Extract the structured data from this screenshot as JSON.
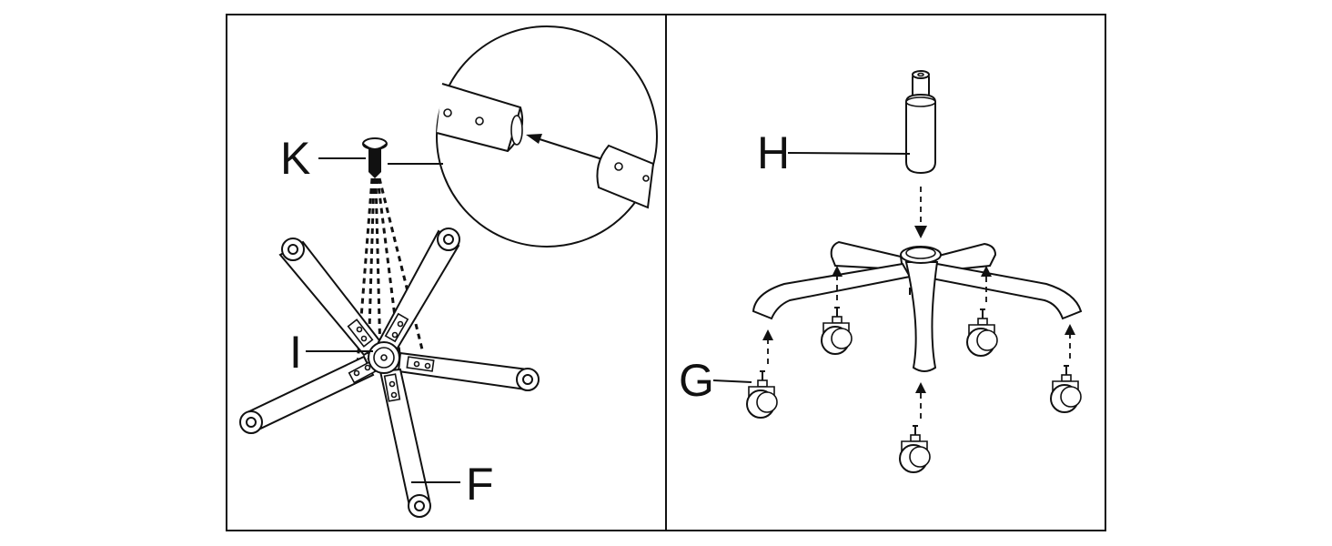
{
  "panel_left": {
    "labels": {
      "bolt": "K",
      "plate": "I",
      "base": "F"
    }
  },
  "panel_right": {
    "labels": {
      "gas_lift": "H",
      "caster": "G"
    }
  }
}
